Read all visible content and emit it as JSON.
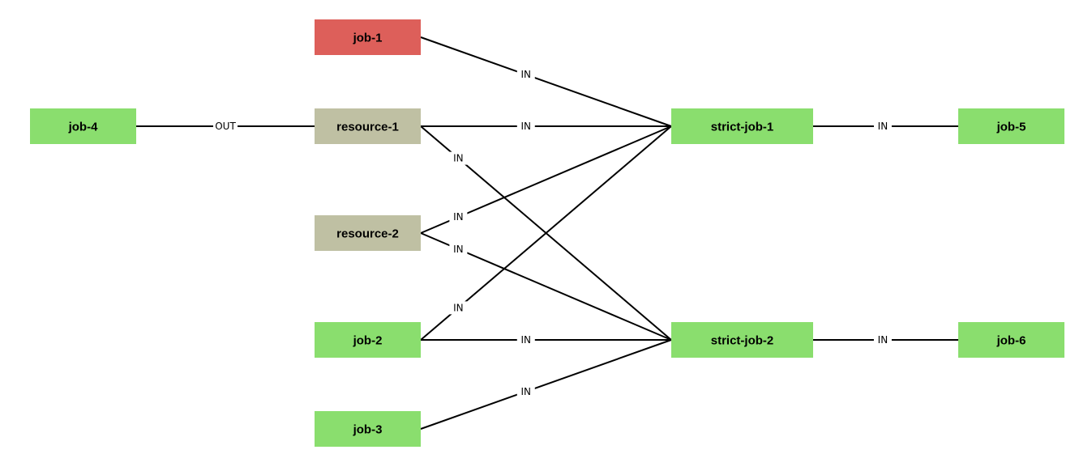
{
  "colors": {
    "job_ok": "#8ade6e",
    "job_failed": "#dd5f5a",
    "resource": "#bfc0a3",
    "edge": "#000000"
  },
  "nodes": [
    {
      "id": "job-1",
      "label": "job-1",
      "kind": "job",
      "status": "failed"
    },
    {
      "id": "job-4",
      "label": "job-4",
      "kind": "job",
      "status": "ok"
    },
    {
      "id": "resource-1",
      "label": "resource-1",
      "kind": "resource",
      "status": "neutral"
    },
    {
      "id": "resource-2",
      "label": "resource-2",
      "kind": "resource",
      "status": "neutral"
    },
    {
      "id": "job-2",
      "label": "job-2",
      "kind": "job",
      "status": "ok"
    },
    {
      "id": "job-3",
      "label": "job-3",
      "kind": "job",
      "status": "ok"
    },
    {
      "id": "strict-job-1",
      "label": "strict-job-1",
      "kind": "job",
      "status": "ok"
    },
    {
      "id": "strict-job-2",
      "label": "strict-job-2",
      "kind": "job",
      "status": "ok"
    },
    {
      "id": "job-5",
      "label": "job-5",
      "kind": "job",
      "status": "ok"
    },
    {
      "id": "job-6",
      "label": "job-6",
      "kind": "job",
      "status": "ok"
    }
  ],
  "edges": [
    {
      "from": "job-1",
      "to": "strict-job-1",
      "label": "IN"
    },
    {
      "from": "job-4",
      "to": "resource-1",
      "label": "OUT"
    },
    {
      "from": "resource-1",
      "to": "strict-job-1",
      "label": "IN"
    },
    {
      "from": "resource-1",
      "to": "strict-job-2",
      "label": "IN"
    },
    {
      "from": "resource-2",
      "to": "strict-job-1",
      "label": "IN"
    },
    {
      "from": "resource-2",
      "to": "strict-job-2",
      "label": "IN"
    },
    {
      "from": "job-2",
      "to": "strict-job-1",
      "label": "IN"
    },
    {
      "from": "job-2",
      "to": "strict-job-2",
      "label": "IN"
    },
    {
      "from": "job-3",
      "to": "strict-job-2",
      "label": "IN"
    },
    {
      "from": "strict-job-1",
      "to": "job-5",
      "label": "IN"
    },
    {
      "from": "strict-job-2",
      "to": "job-6",
      "label": "IN"
    }
  ]
}
